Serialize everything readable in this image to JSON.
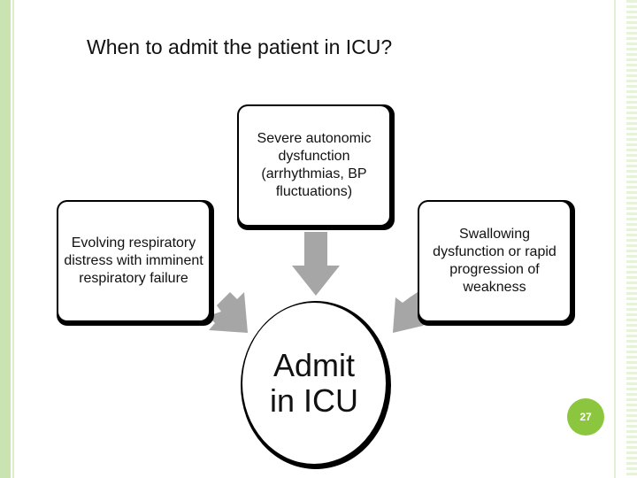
{
  "title": "When to admit the patient in ICU?",
  "nodes": {
    "top": "Severe autonomic dysfunction (arrhythmias, BP fluctuations)",
    "left": "Evolving respiratory distress with imminent respiratory failure",
    "right": "Swallowing dysfunction or rapid progression of weakness",
    "center": "Admit in ICU"
  },
  "page_number": "27",
  "colors": {
    "arrow": "#a6a6a6",
    "accent": "#8cc63f",
    "frame": "#c9e4b0"
  }
}
